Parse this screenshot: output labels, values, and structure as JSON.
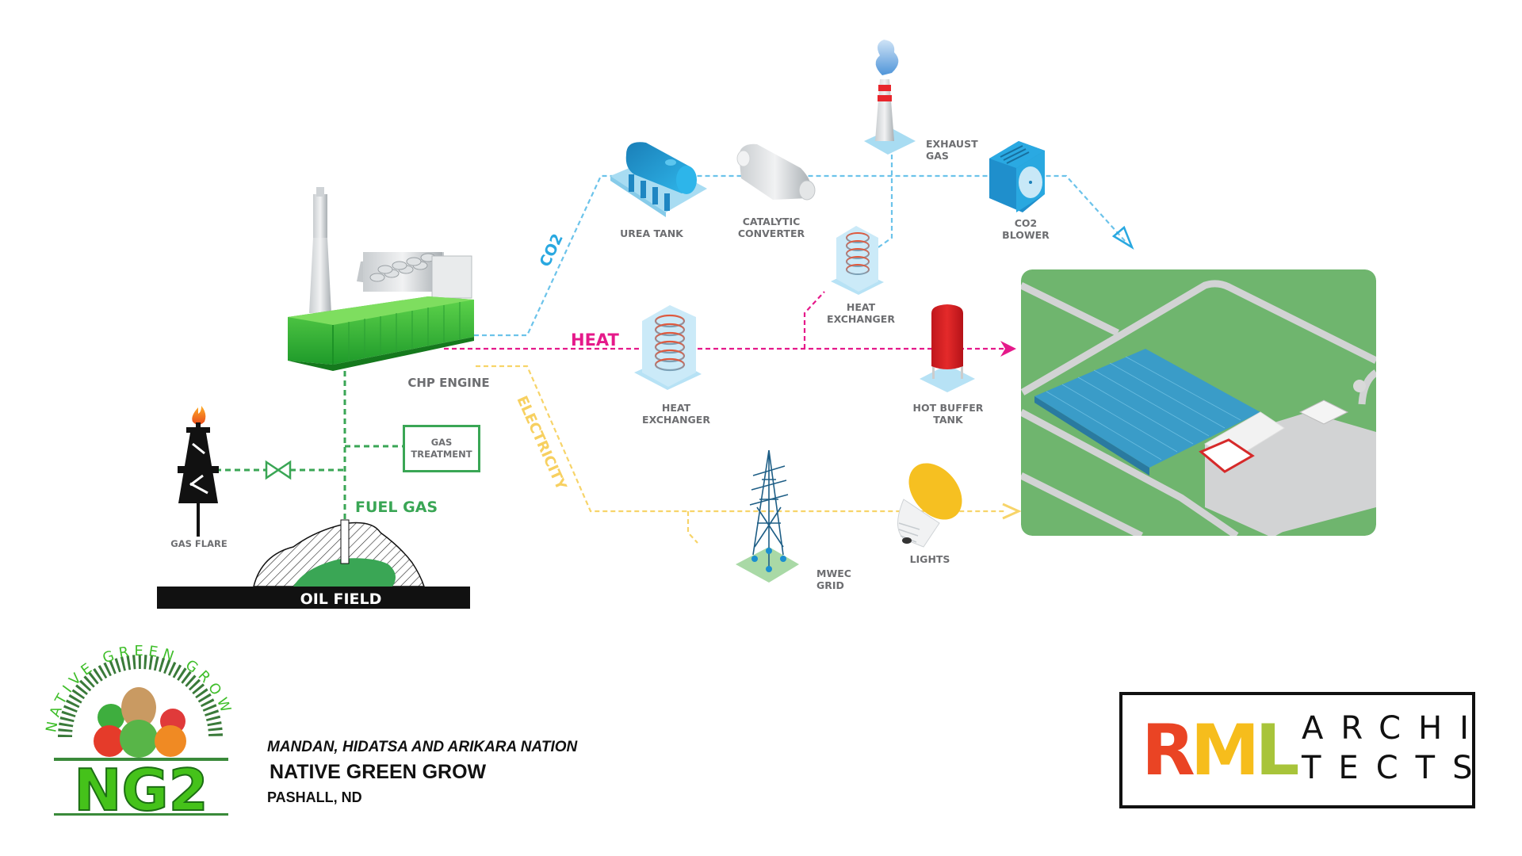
{
  "diagram": {
    "title": "CHP energy flow to greenhouse",
    "components": {
      "chp_engine": "CHP ENGINE",
      "urea_tank": "UREA TANK",
      "catalytic_converter": [
        "CATALYTIC",
        "CONVERTER"
      ],
      "exhaust_gas": [
        "EXHAUST",
        "GAS"
      ],
      "co2_blower": [
        "CO2",
        "BLOWER"
      ],
      "heat_exchanger_top": [
        "HEAT",
        "EXCHANGER"
      ],
      "heat_exchanger_main": [
        "HEAT",
        "EXCHANGER"
      ],
      "hot_buffer_tank": [
        "HOT BUFFER",
        "TANK"
      ],
      "mwec_grid": [
        "MWEC",
        "GRID"
      ],
      "lights": "LIGHTS",
      "gas_treatment": [
        "GAS",
        "TREATMENT"
      ],
      "gas_flare": "GAS FLARE",
      "oil_field": "OIL FIELD"
    },
    "flows": {
      "co2": {
        "label": "CO2",
        "color": "#29a8e0"
      },
      "heat": {
        "label": "HEAT",
        "color": "#e5198a"
      },
      "electricity": {
        "label": "ELECTRICITY",
        "color": "#f7d060"
      },
      "fuel_gas": {
        "label": "FUEL GAS",
        "color": "#3aa655"
      }
    },
    "colors": {
      "greenhouse_ground": "#6fb56e",
      "road": "#d2d3d4",
      "greenhouse_roof": "#3a9cc8",
      "label_gray": "#6d6e71"
    }
  },
  "footer": {
    "client_logo": {
      "ring_text": "NATIVE GREEN GROW",
      "mark": "NG2"
    },
    "nation": "MANDAN, HIDATSA AND ARIKARA NATION",
    "project": "NATIVE GREEN GROW",
    "location": "PASHALL, ND",
    "architect_logo": {
      "letters": [
        "R",
        "M",
        "L"
      ],
      "letter_colors": [
        "#ea4424",
        "#f6bd1c",
        "#a8c43a"
      ],
      "word_line1": "ARCHI",
      "word_line2": "TECTS"
    }
  }
}
